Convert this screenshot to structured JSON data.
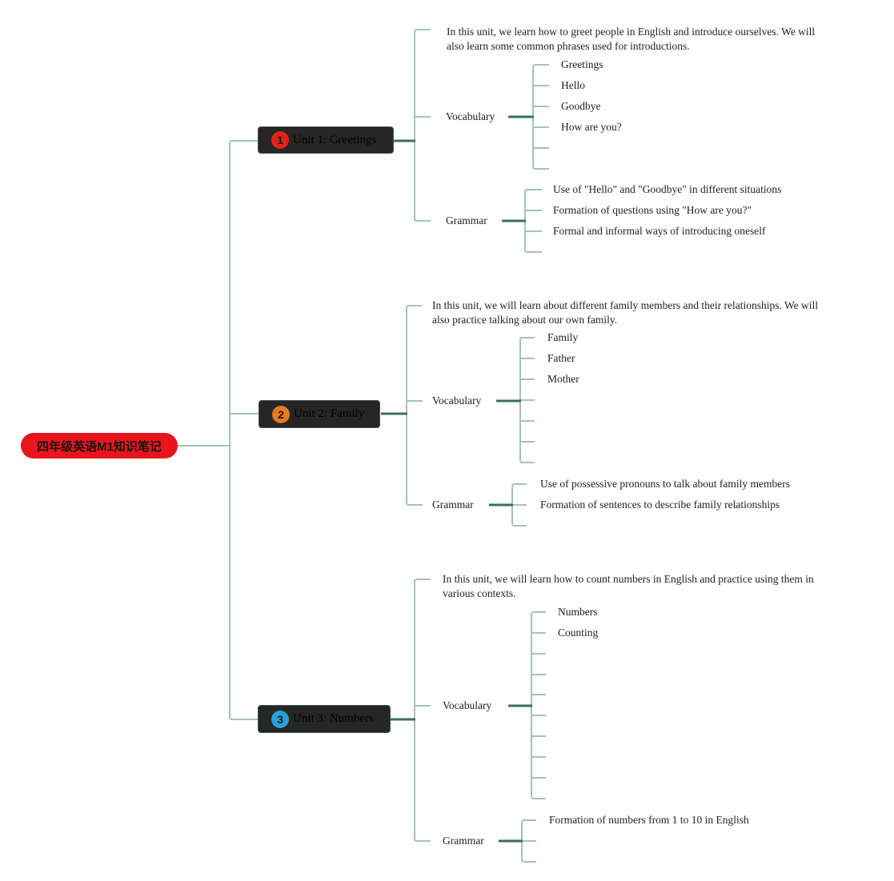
{
  "root": {
    "label": "四年级英语M1知识笔记",
    "color": "#e8151d"
  },
  "connector_colors": {
    "light": "#a6c1bb",
    "dark": "#3a6e63"
  },
  "units": [
    {
      "badge": "1",
      "badge_color": "#e02318",
      "label": "Unit 1: Greetings",
      "description": "In this unit, we learn how to greet people in English and introduce ourselves. We will also learn some common phrases used for introductions.",
      "vocabulary": {
        "label": "Vocabulary",
        "items": [
          "Greetings",
          "Hello",
          "Goodbye",
          "How are you?"
        ],
        "empty_branches": 2
      },
      "grammar": {
        "label": "Grammar",
        "items": [
          "Use of \"Hello\" and \"Goodbye\" in different situations",
          "Formation of questions using \"How are you?\"",
          "Formal and informal ways of introducing oneself"
        ],
        "empty_branches": 1
      }
    },
    {
      "badge": "2",
      "badge_color": "#e87a1f",
      "label": "Unit 2: Family",
      "description": "In this unit, we will learn about different family members and their relationships. We will also practice talking about our own family.",
      "vocabulary": {
        "label": "Vocabulary",
        "items": [
          "Family",
          "Father",
          "Mother"
        ],
        "empty_branches": 4
      },
      "grammar": {
        "label": "Grammar",
        "items": [
          "Use of possessive pronouns to talk about family members",
          "Formation of sentences to describe family relationships"
        ],
        "empty_branches": 1
      }
    },
    {
      "badge": "3",
      "badge_color": "#2b9fd8",
      "label": "Unit 3: Numbers",
      "description": "In this unit, we will learn how to count numbers in English and practice using them in various contexts.",
      "vocabulary": {
        "label": "Vocabulary",
        "items": [
          "Numbers",
          "Counting"
        ],
        "empty_branches": 8
      },
      "grammar": {
        "label": "Grammar",
        "items": [
          "Formation of numbers from 1 to 10 in English"
        ],
        "empty_branches": 2
      }
    }
  ]
}
